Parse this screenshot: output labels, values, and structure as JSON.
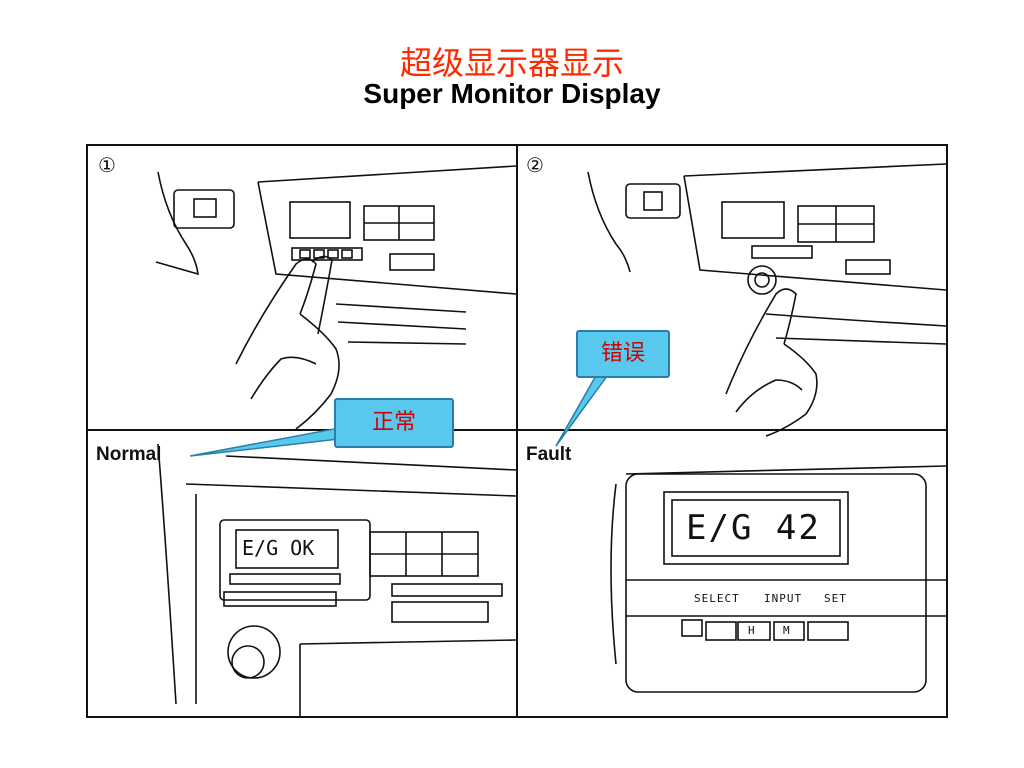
{
  "title": {
    "chinese": "超级显示器显示",
    "english": "Super Monitor Display",
    "chinese_color": "#ff2a00"
  },
  "panels": {
    "step1": {
      "marker": "①"
    },
    "step2": {
      "marker": "②"
    },
    "normal": {
      "label": "Normal",
      "display_text": "E/G OK"
    },
    "fault": {
      "label": "Fault",
      "display_text": "E/G 42",
      "buttons": {
        "select": "SELECT",
        "input": "INPUT",
        "set": "SET",
        "h": "H",
        "m": "M"
      }
    }
  },
  "callouts": {
    "normal": "正常",
    "fault": "错误",
    "fill_color": "#58c8ee",
    "text_color": "#d30000"
  }
}
